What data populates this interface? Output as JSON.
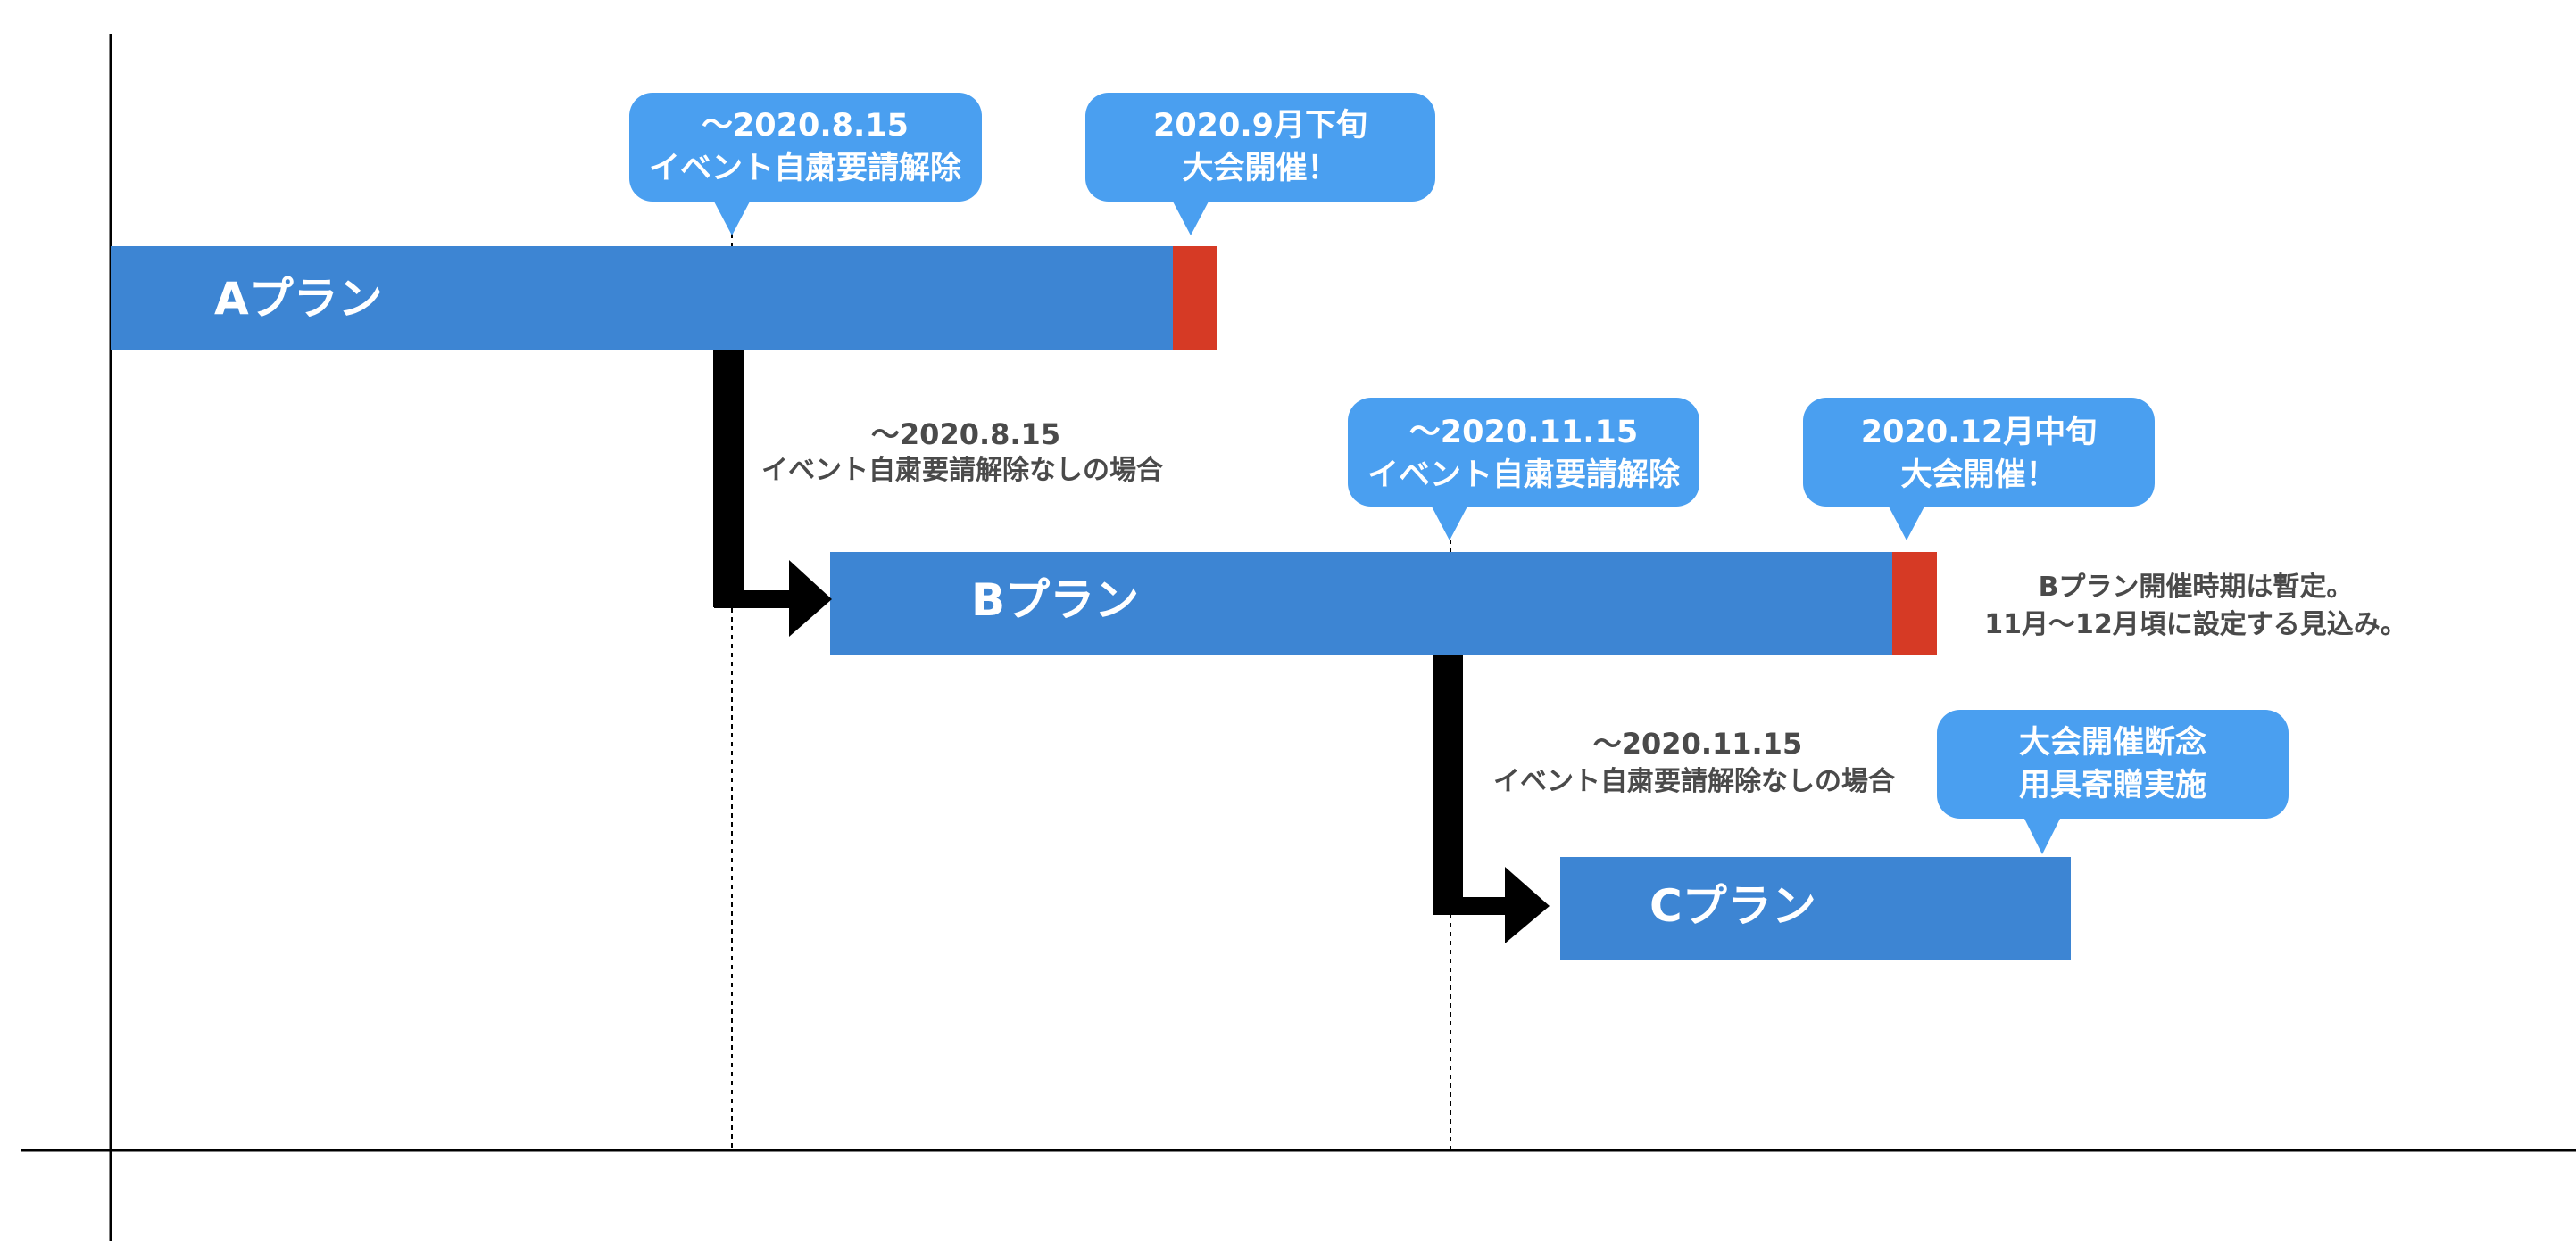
{
  "colors": {
    "bar": "#3d85d3",
    "event_end": "#d63a25",
    "callout": "#4a9ff0",
    "arrow": "#000000",
    "axis": "#000000",
    "note_text": "#4a4a4a"
  },
  "plans": [
    {
      "label": "Aプラン",
      "has_event_end": true
    },
    {
      "label": "Bプラン",
      "has_event_end": true
    },
    {
      "label": "Cプラン",
      "has_event_end": false
    }
  ],
  "callouts": [
    {
      "line1": "〜2020.8.15",
      "line2": "イベント自粛要請解除"
    },
    {
      "line1": "2020.9月下旬",
      "line2": "大会開催！"
    },
    {
      "line1": "〜2020.11.15",
      "line2": "イベント自粛要請解除"
    },
    {
      "line1": "2020.12月中旬",
      "line2": "大会開催！"
    },
    {
      "line1": "大会開催断念",
      "line2": "用具寄贈実施"
    }
  ],
  "transitions": [
    {
      "line1": "〜2020.8.15",
      "line2": "イベント自粛要請解除なしの場合"
    },
    {
      "line1": "〜2020.11.15",
      "line2": "イベント自粛要請解除なしの場合"
    }
  ],
  "side_note": {
    "line1": "Bプラン開催時期は暫定。",
    "line2": "11月〜12月頃に設定する見込み。"
  }
}
